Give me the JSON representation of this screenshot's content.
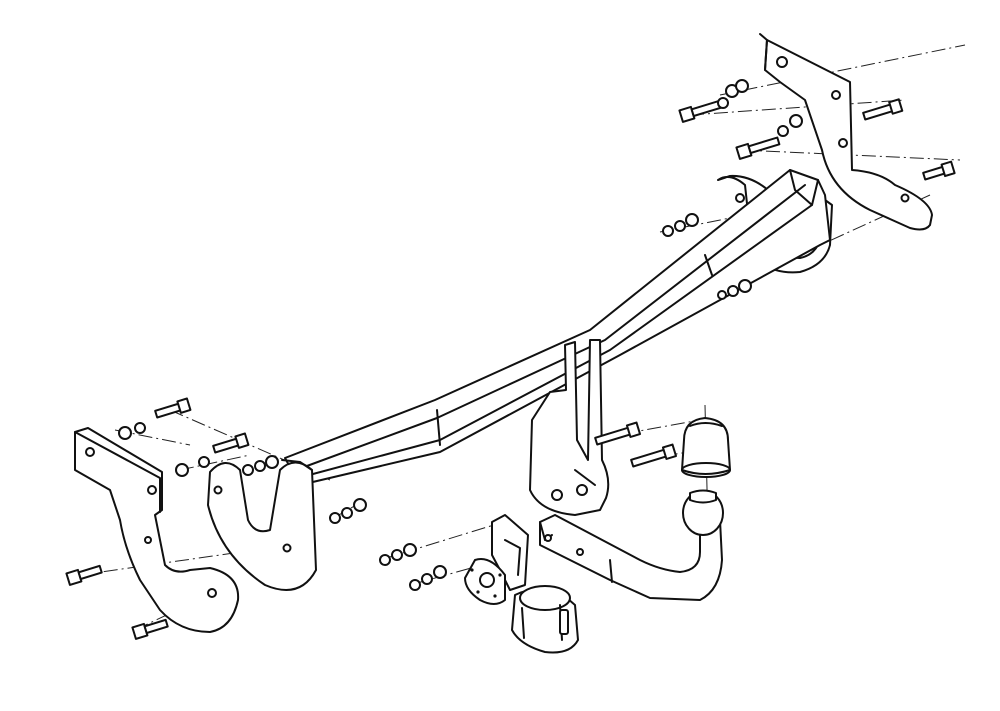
{
  "diagram": {
    "kind": "exploded-assembly-line-drawing",
    "colors": {
      "line": "#111111",
      "background": "#ffffff"
    },
    "parts": [
      "crossbar",
      "left-outer-bracket",
      "left-inner-bracket",
      "right-outer-bracket",
      "right-inner-bracket",
      "center-ball-mount-bracket",
      "tow-ball-neck",
      "tow-ball",
      "ball-cap",
      "socket-plate",
      "electrical-socket",
      "bolts",
      "washers",
      "nuts"
    ]
  }
}
